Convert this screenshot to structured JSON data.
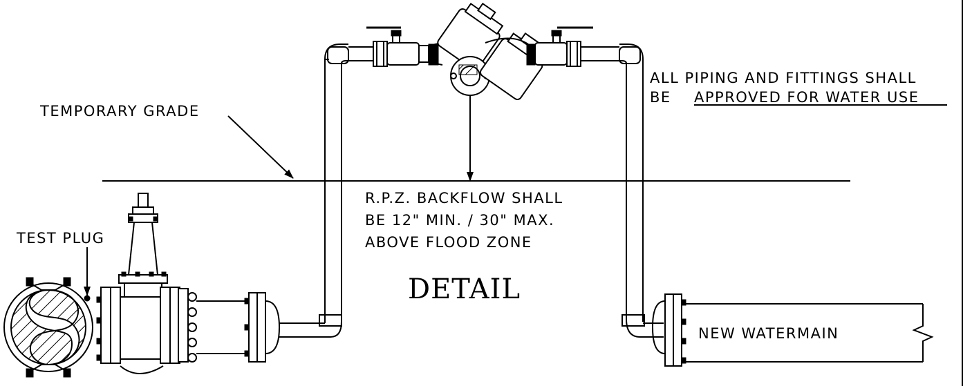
{
  "notes": {
    "temporary_grade": "TEMPORARY GRADE",
    "piping_line1": "ALL PIPING AND FITTINGS SHALL",
    "piping_line2_prefix": "BE ",
    "piping_line2_underlined": "APPROVED FOR WATER USE",
    "rpz_line1": "R.P.Z. BACKFLOW SHALL",
    "rpz_line2": "BE 12\" MIN. / 30\" MAX.",
    "rpz_line3": "ABOVE FLOOD ZONE",
    "test_plug": "TEST PLUG",
    "detail": "DETAIL",
    "new_watermain": "NEW WATERMAIN"
  }
}
